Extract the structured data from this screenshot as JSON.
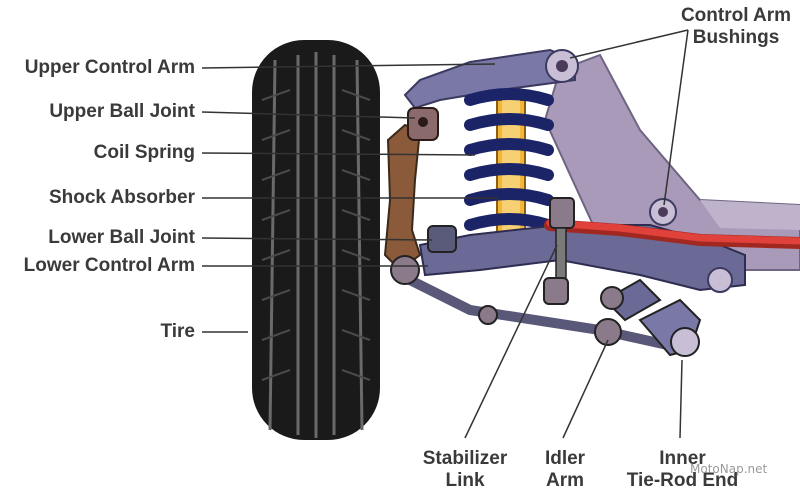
{
  "labels": {
    "upper_control_arm": "Upper Control Arm",
    "upper_ball_joint": "Upper Ball Joint",
    "coil_spring": "Coil Spring",
    "shock_absorber": "Shock Absorber",
    "lower_ball_joint": "Lower Ball Joint",
    "lower_control_arm": "Lower Control Arm",
    "tire": "Tire",
    "control_arm_bushings_line1": "Control Arm",
    "control_arm_bushings_line2": "Bushings",
    "stabilizer_link_line1": "Stabilizer",
    "stabilizer_link_line2": "Link",
    "idler_arm_line1": "Idler",
    "idler_arm_line2": "Arm",
    "inner_tie_rod_end_line1": "Inner",
    "inner_tie_rod_end_line2": "Tie-Rod End"
  },
  "watermark": "MotoNap.net",
  "colors": {
    "frame": "#a89ab8",
    "arm": "#6b6a96",
    "spring": "#1c2468",
    "shock": "#f2b63a",
    "stabilizer_bar": "#e0413a",
    "knuckle": "#8a5a3a",
    "tire": "#1a1a1a",
    "leader": "#333333"
  }
}
